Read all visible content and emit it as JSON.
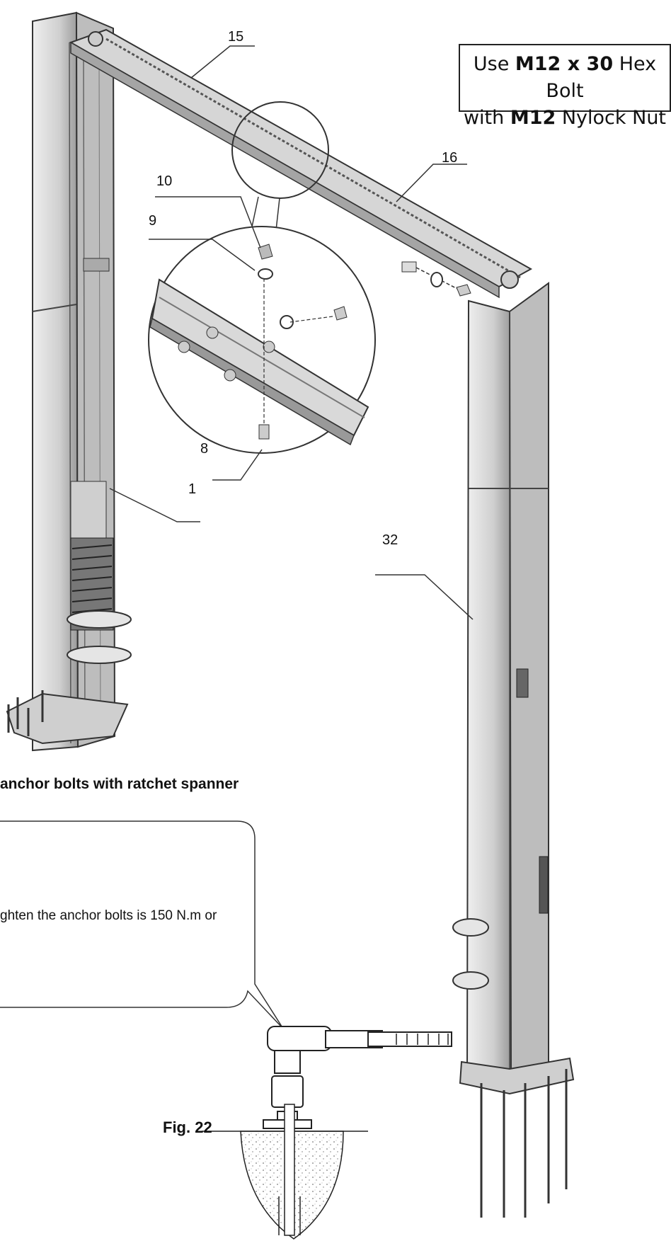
{
  "callouts": [
    "15",
    "16",
    "10",
    "9",
    "8",
    "1",
    "32"
  ],
  "note": {
    "prefix": "Use ",
    "bolt": "M12 x 30",
    "middle": " Hex Bolt",
    "line2_prefix": "with ",
    "nut": "M12",
    "suffix": " Nylock Nut"
  },
  "caption": "anchor bolts with ratchet spanner",
  "bubble_text": "ghten the anchor bolts is 150 N.m or",
  "figure_label": "Fig. 22",
  "colors": {
    "steel_light": "#d9d9d9",
    "steel_mid": "#b5b5b5",
    "steel_dark": "#6e6e6e",
    "outline": "#333333"
  }
}
